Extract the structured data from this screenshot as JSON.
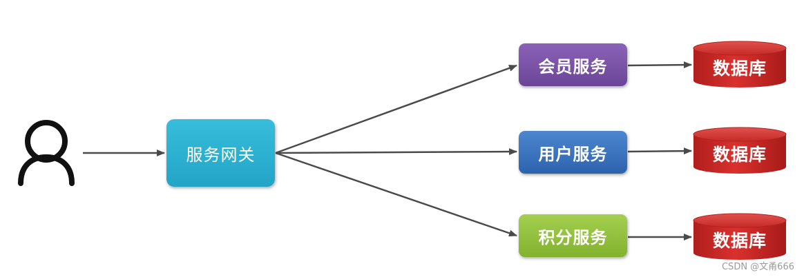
{
  "nodes": {
    "gateway": "服务网关",
    "member_service": "会员服务",
    "user_service": "用户服务",
    "points_service": "积分服务",
    "database": "数据库"
  },
  "icons": {
    "user": "user-icon"
  },
  "colors": {
    "gateway": "#2fb3d6",
    "member_service": "#7a52a8",
    "user_service": "#3c75c1",
    "points_service": "#93c13e",
    "database": "#d2322f",
    "arrow": "#4a4a4a"
  },
  "watermark": "CSDN @文甬666"
}
